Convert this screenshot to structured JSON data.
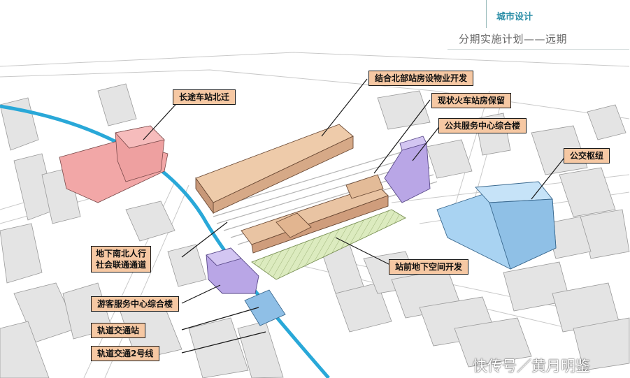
{
  "header": {
    "title": "城市设计",
    "subtitle": "分期实施计划——远期"
  },
  "labels": {
    "bus_station": "长途车站北迁",
    "north_station_dev": "结合北部站房设物业开发",
    "keep_station": "现状火车站房保留",
    "public_service": "公共服务中心综合楼",
    "bus_hub": "公交枢纽",
    "underpass_line1": "地下南北人行",
    "underpass_line2": "社会联通通道",
    "underground_dev": "站前地下空间开发",
    "visitor_center": "游客服务中心综合楼",
    "metro_station": "轨道交通站",
    "metro_line": "轨道交通2号线"
  },
  "watermark": "快传号／黄月明鉴",
  "colors": {
    "label_fill": "#f6c8a3",
    "pink_block": "#f2a7a7",
    "station_tan": "#e9c4a3",
    "purple_block": "#b9a6e6",
    "blue_block": "#a9d3f2",
    "green_plaza": "#d6e6b4",
    "metro_line": "#29a8d8",
    "header_accent": "#2d8fa8"
  }
}
